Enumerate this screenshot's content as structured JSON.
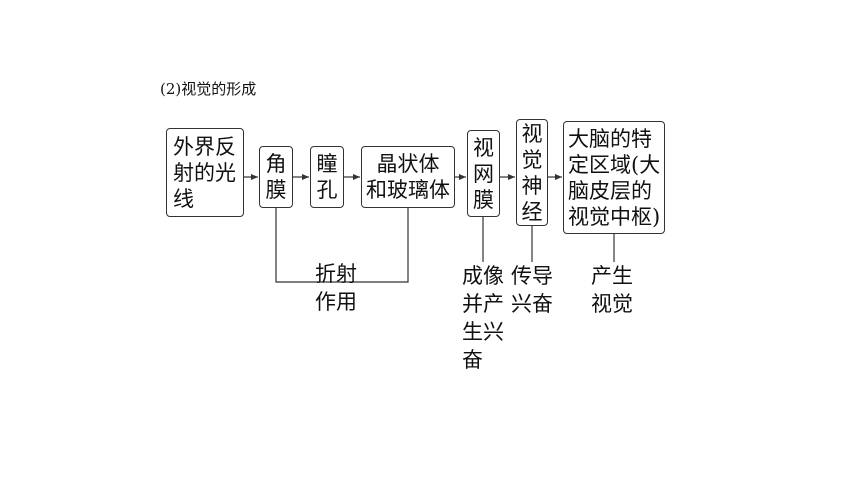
{
  "heading": "(2)视觉的形成",
  "boxes": {
    "light": "外界反\n射的光\n线",
    "cornea": "角\n膜",
    "pupil": "瞳\n孔",
    "lens": "晶状体\n和玻璃体",
    "retina": "视\n网\n膜",
    "nerve": "视\n觉\n神\n经",
    "cortex": "大脑的特\n定区域(大\n脑皮层的\n视觉中枢)"
  },
  "notes": {
    "refraction": "折射\n作用",
    "retina_note": "成像\n并产\n生兴\n奋",
    "nerve_note": "传导\n兴奋",
    "cortex_note": "产生\n视觉"
  }
}
